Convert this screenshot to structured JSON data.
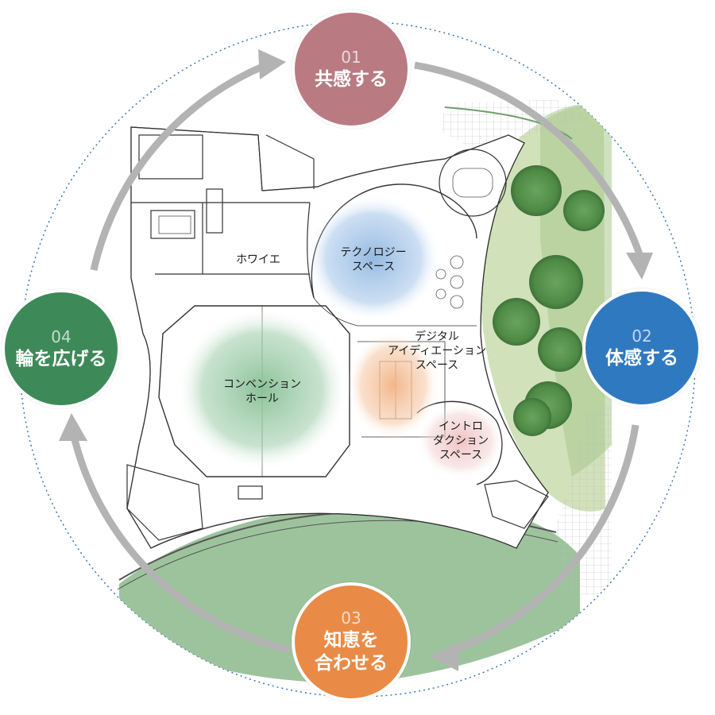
{
  "cycle_steps": [
    {
      "number": "01",
      "label": "共感する",
      "color": "#b97a82"
    },
    {
      "number": "02",
      "label": "体感する",
      "color": "#2f79c0"
    },
    {
      "number": "03",
      "label": "知恵を\n合わせる",
      "color": "#e98b46"
    },
    {
      "number": "04",
      "label": "輪を広げる",
      "color": "#3d8a58"
    }
  ],
  "rooms": {
    "foyer": "ホワイエ",
    "technology_space": "テクノロジー\nスペース",
    "digital_ideation_space": "デジタル\nアイディエーション\nスペース",
    "convention_hall": "コンベンション\nホール",
    "introduction_space": "イントロ\nダクション\nスペース"
  },
  "colors": {
    "arrow_gray": "#b3b3b3",
    "dotted_ring": "#2f6fb0",
    "lawn_green": "#7fae82",
    "tree_green": "#4f8a45",
    "technology_glow": "#8fb6e0",
    "convention_glow": "#86bf95",
    "ideation_glow": "#f2b385",
    "introduction_glow": "#eebcbc"
  }
}
